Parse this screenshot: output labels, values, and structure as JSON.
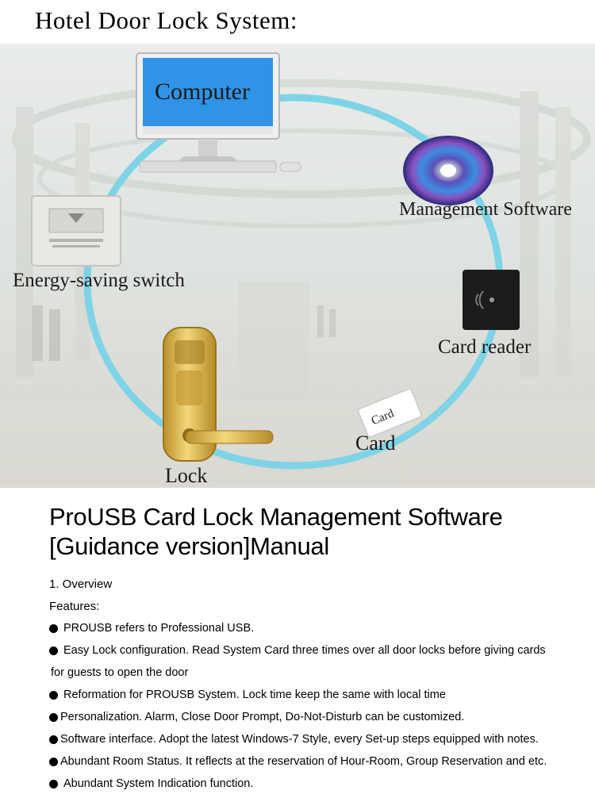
{
  "page": {
    "top_title": "Hotel Door Lock System:",
    "heading_line1": "ProUSB Card Lock Management Software",
    "heading_line2": "[Guidance version]Manual",
    "overview": "1. Overview",
    "features_label": "Features:"
  },
  "diagram": {
    "nodes": {
      "computer": "Computer",
      "software": "Management Software",
      "reader": "Card reader",
      "card": "Card",
      "card_on_card": "Card",
      "lock": "Lock",
      "energy": "Energy-saving switch"
    }
  },
  "features": [
    {
      "text": "PROUSB refers to Professional USB."
    },
    {
      "text": "Easy Lock configuration. Read System Card three times over all door locks before giving cards",
      "cont": "for guests to open the door"
    },
    {
      "text": "Reformation for PROUSB System. Lock time keep the same with local time"
    },
    {
      "text": "Personalization. Alarm, Close Door Prompt, Do-Not-Disturb can be customized."
    },
    {
      "text": "Software interface. Adopt the latest Windows-7 Style, every Set-up steps equipped with notes."
    },
    {
      "text": "Abundant Room Status. It reflects at the reservation of Hour-Room, Group Reservation and etc."
    },
    {
      "text": "Abundant System Indication function."
    }
  ],
  "colors": {
    "ring": "#7fd3e6",
    "screen": "#2f93e6",
    "lock_gold": "#d9b44a"
  }
}
